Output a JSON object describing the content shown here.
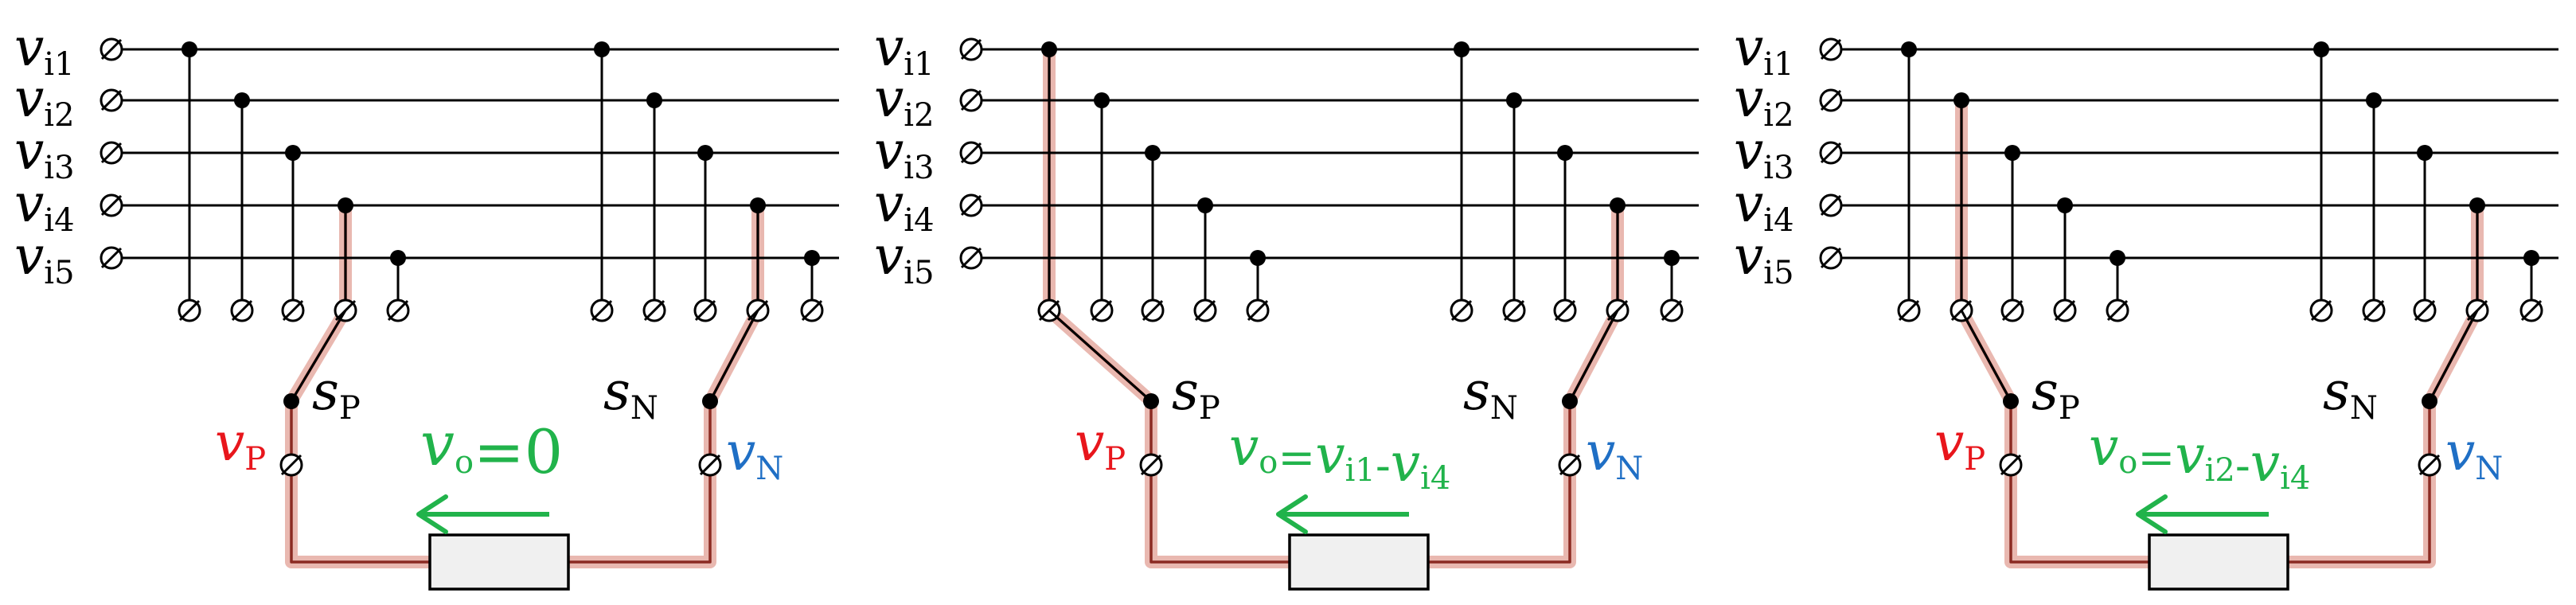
{
  "colors": {
    "bus_line": "#000000",
    "highlight_path": "#e9b8b0",
    "highlight_core": "#8b2a22",
    "vP": "#e8161c",
    "vN": "#1f6fc5",
    "vo": "#21b34b",
    "load_fill": "#f0f0f0"
  },
  "icons": {
    "terminal": "terminal-circle-slash-icon",
    "junction": "junction-dot-icon",
    "arrow": "left-arrow-icon"
  },
  "inputs": [
    {
      "main": "v",
      "sub": "i1"
    },
    {
      "main": "v",
      "sub": "i2"
    },
    {
      "main": "v",
      "sub": "i3"
    },
    {
      "main": "v",
      "sub": "i4"
    },
    {
      "main": "v",
      "sub": "i5"
    }
  ],
  "switch_labels": {
    "sP": {
      "main": "s",
      "sub": "P"
    },
    "sN": {
      "main": "s",
      "sub": "N"
    }
  },
  "output_labels": {
    "vP": {
      "main": "v",
      "sub": "P"
    },
    "vN": {
      "main": "v",
      "sub": "N"
    }
  },
  "panels": [
    {
      "p_input": 4,
      "n_input": 4,
      "vo": [
        {
          "t": "v",
          "s": "o",
          "c": "vo"
        },
        {
          "t": "=0",
          "c": "vo"
        }
      ]
    },
    {
      "p_input": 1,
      "n_input": 4,
      "vo": [
        {
          "t": "v",
          "s": "o",
          "c": "vo"
        },
        {
          "t": "=",
          "c": "vo"
        },
        {
          "t": "v",
          "s": "i1",
          "c": "vo"
        },
        {
          "t": "-",
          "c": "vo"
        },
        {
          "t": "v",
          "s": "i4",
          "c": "vo"
        }
      ]
    },
    {
      "p_input": 2,
      "n_input": 4,
      "vo": [
        {
          "t": "v",
          "s": "o",
          "c": "vo"
        },
        {
          "t": "=",
          "c": "vo"
        },
        {
          "t": "v",
          "s": "i2",
          "c": "vo"
        },
        {
          "t": "-",
          "c": "vo"
        },
        {
          "t": "v",
          "s": "i4",
          "c": "vo"
        }
      ]
    }
  ]
}
